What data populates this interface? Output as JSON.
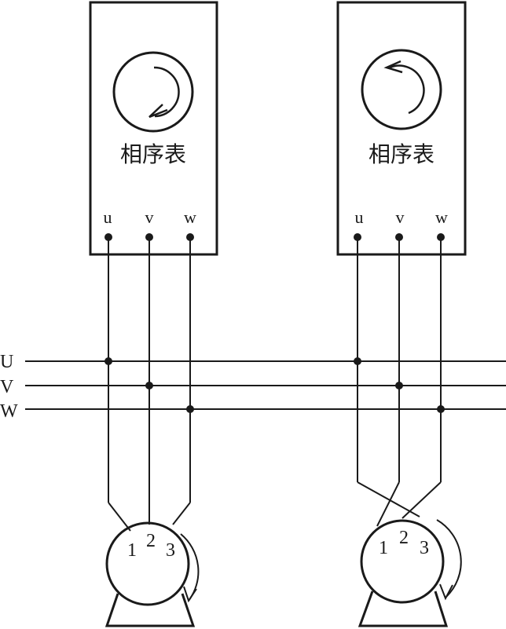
{
  "meters": [
    {
      "label": "相序表",
      "terminals": [
        "u",
        "v",
        "w"
      ],
      "rotation": "clockwise"
    },
    {
      "label": "相序表",
      "terminals": [
        "u",
        "v",
        "w"
      ],
      "rotation": "counterclockwise"
    }
  ],
  "lines": [
    "U",
    "V",
    "W"
  ],
  "motors": [
    {
      "terminals": [
        "1",
        "2",
        "3"
      ],
      "wiring": "straight"
    },
    {
      "terminals": [
        "1",
        "2",
        "3"
      ],
      "wiring": "swapped"
    }
  ],
  "colors": {
    "stroke": "#1a1a1a",
    "background": "#ffffff"
  }
}
